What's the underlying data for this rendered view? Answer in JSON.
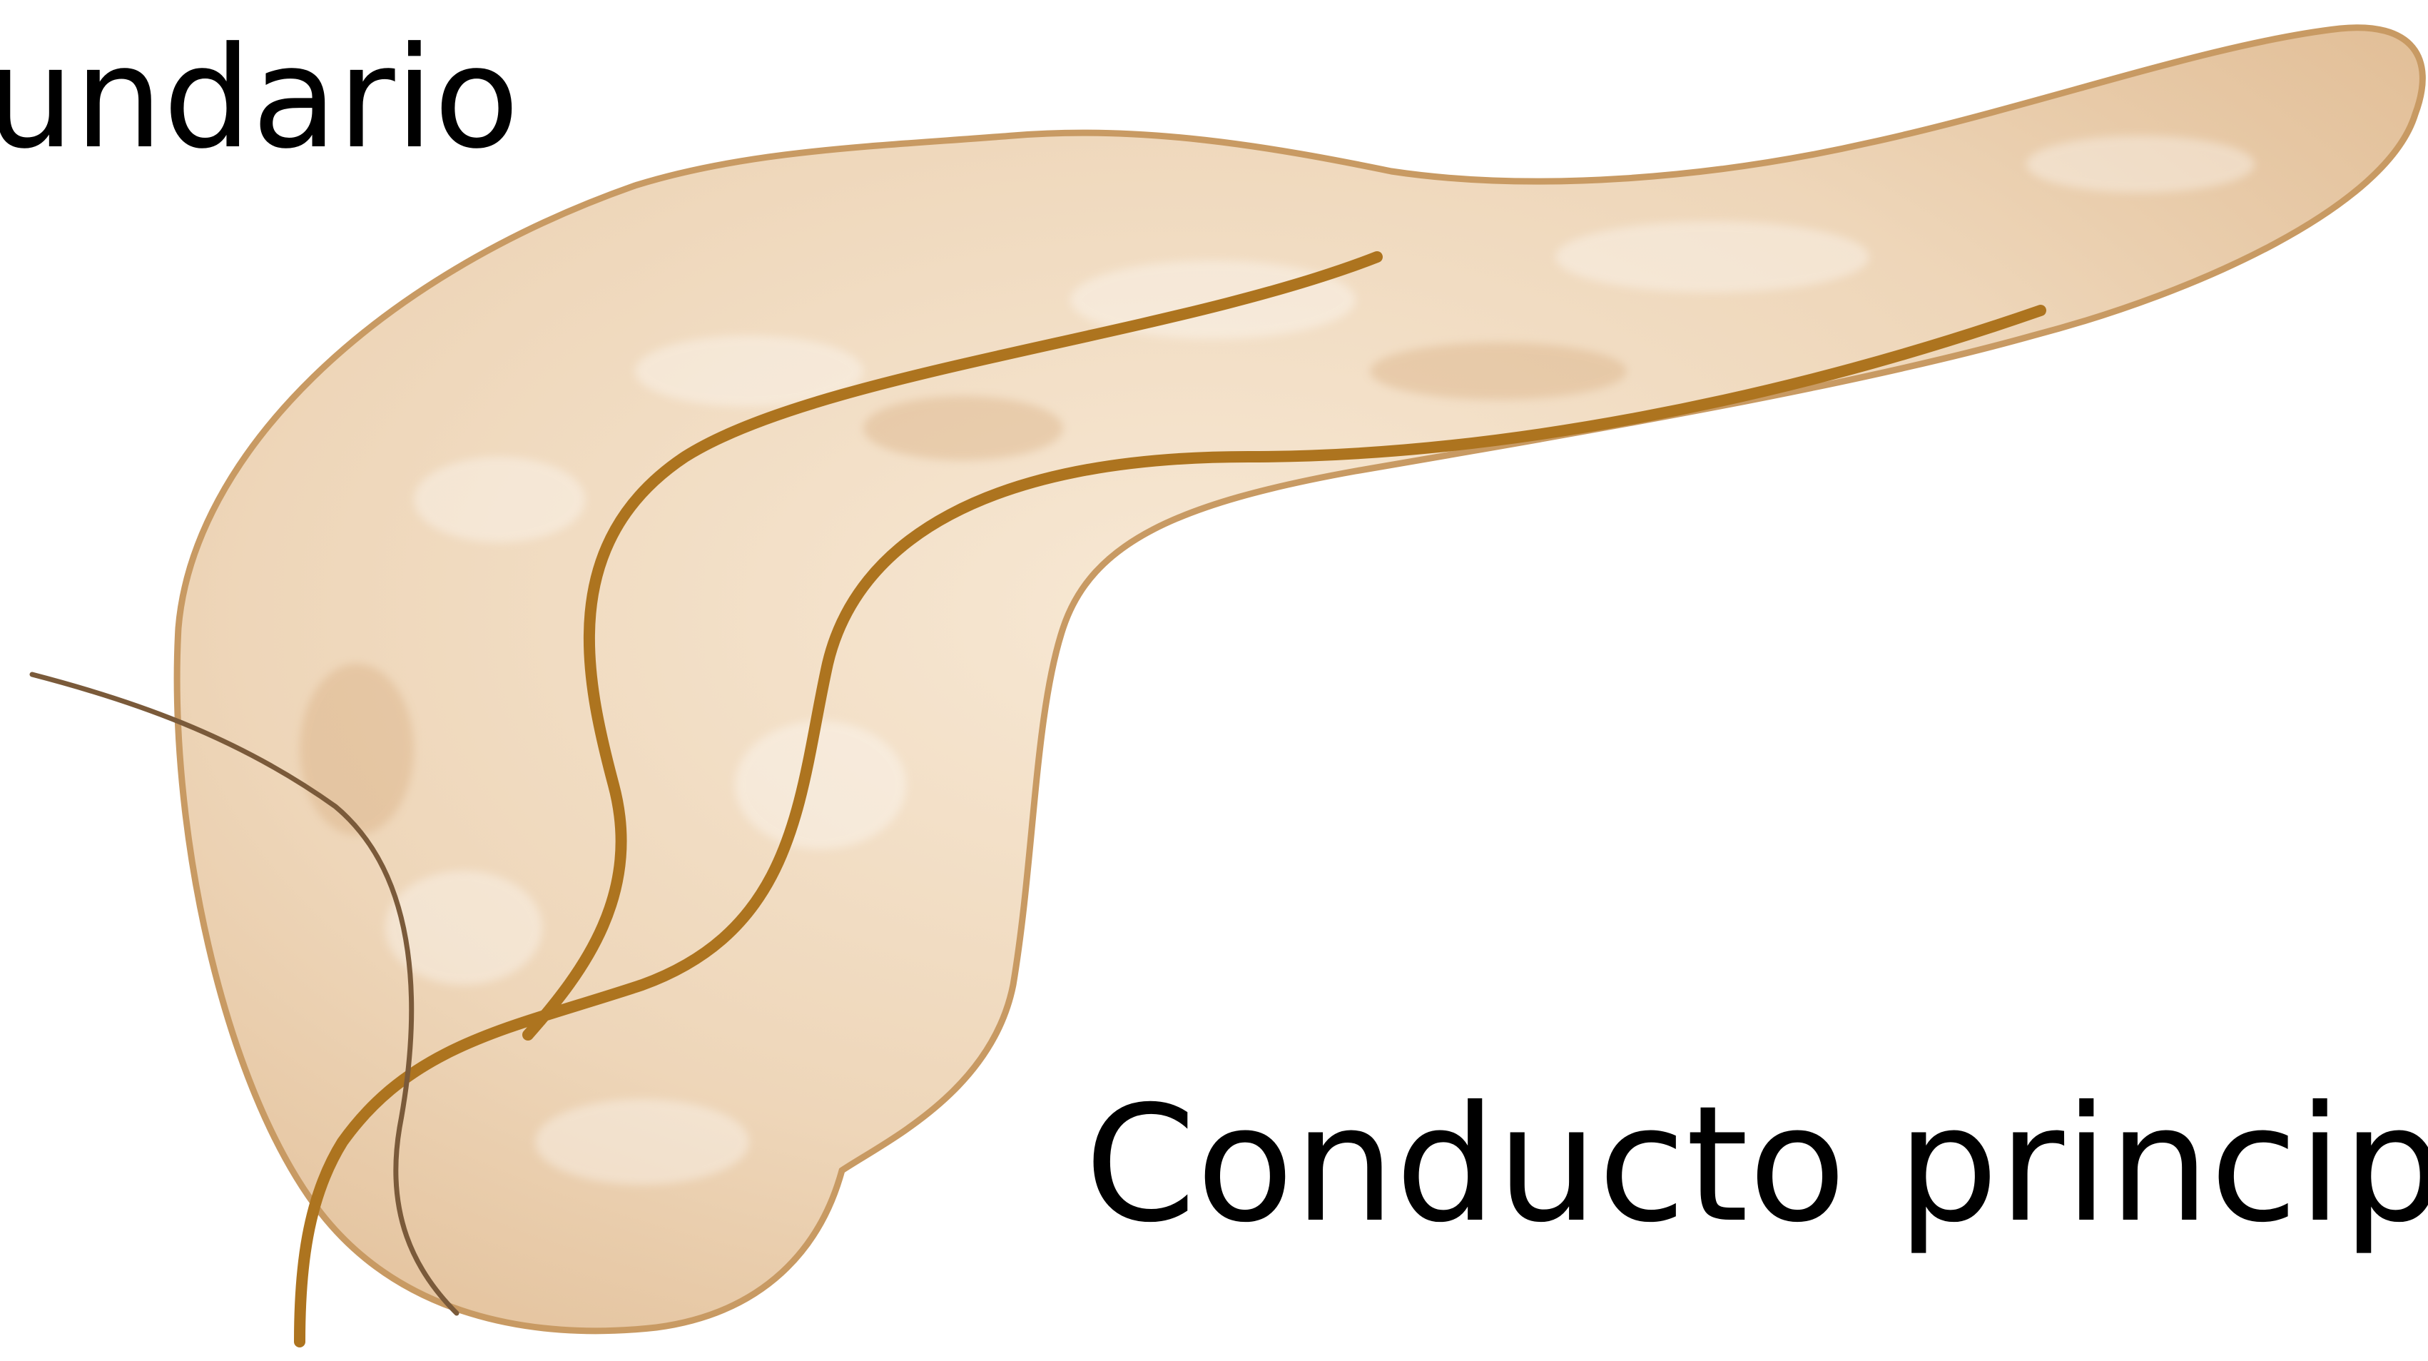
{
  "labels": {
    "secondary_duct": "undario",
    "main_duct": "Conducto principa"
  },
  "icons": {
    "organ": "pancreas-illustration",
    "main_duct": "main-duct-line",
    "secondary_duct": "secondary-duct-line",
    "bile_duct": "common-bile-duct-line"
  },
  "colors": {
    "background": "#ffffff",
    "text": "#000000",
    "organ_fill": "#ecd3b4",
    "organ_outline": "#c89a63",
    "duct": "#ad741f"
  }
}
